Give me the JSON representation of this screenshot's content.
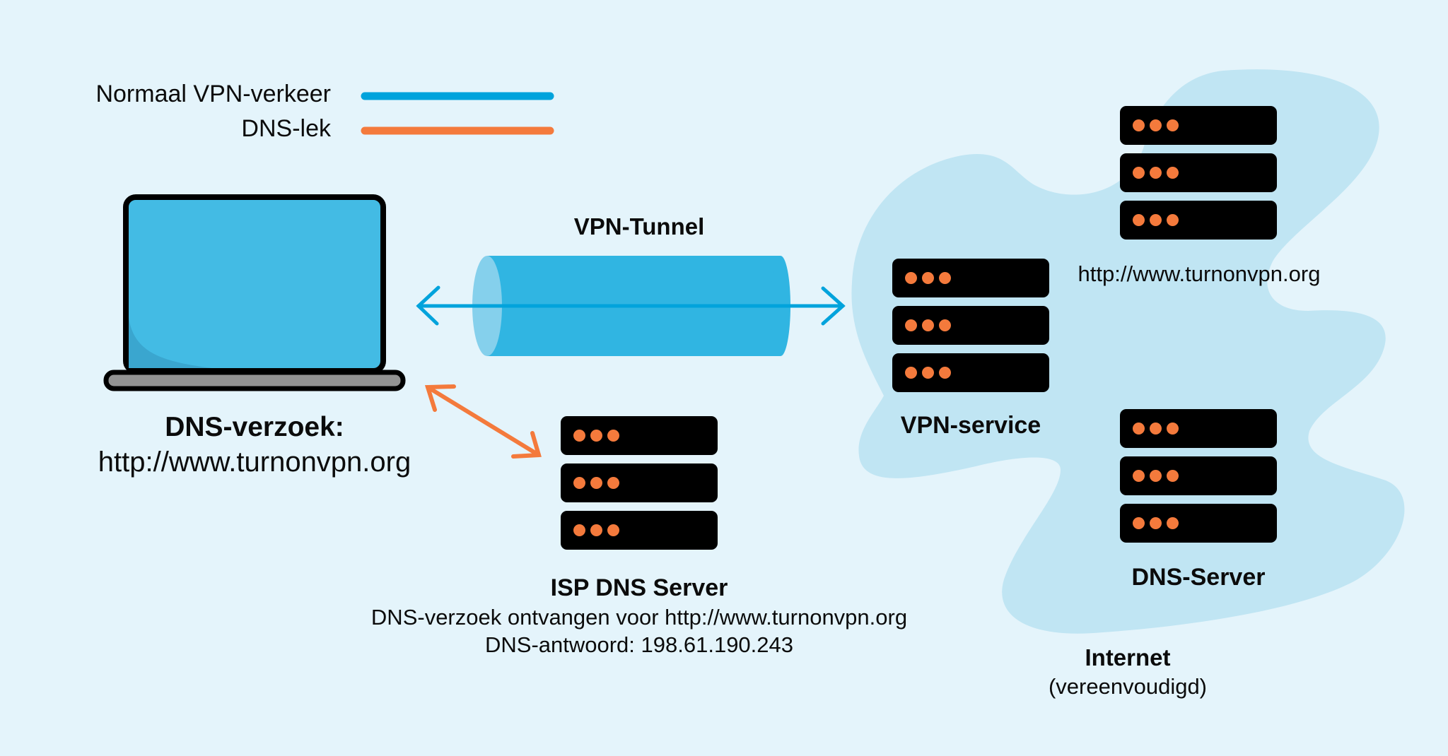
{
  "legend": {
    "items": [
      {
        "label": "Normaal VPN-verkeer",
        "color": "#00a3dc"
      },
      {
        "label": "DNS-lek",
        "color": "#f47a3c"
      }
    ]
  },
  "laptop": {
    "title": "DNS-verzoek:",
    "url": "http://www.turnonvpn.org"
  },
  "tunnel": {
    "label": "VPN-Tunnel",
    "color": "#30b5e2"
  },
  "isp_server": {
    "title": "ISP DNS Server",
    "line1": "DNS-verzoek ontvangen voor http://www.turnonvpn.org",
    "line2": "DNS-antwoord: 198.61.190.243"
  },
  "vpn_service": {
    "label": "VPN-service"
  },
  "web_server": {
    "label": "http://www.turnonvpn.org"
  },
  "dns_server": {
    "label": "DNS-Server"
  },
  "internet": {
    "title": "Internet",
    "subtitle": "(vereenvoudigd)"
  },
  "colors": {
    "background": "#e4f4fb",
    "cloud": "#c0e5f3",
    "normal_traffic": "#00a3dc",
    "dns_leak": "#f47a3c",
    "server_body": "#000000",
    "server_led": "#f47a3c",
    "laptop_screen": "#43bbe4",
    "laptop_base": "#939393"
  }
}
